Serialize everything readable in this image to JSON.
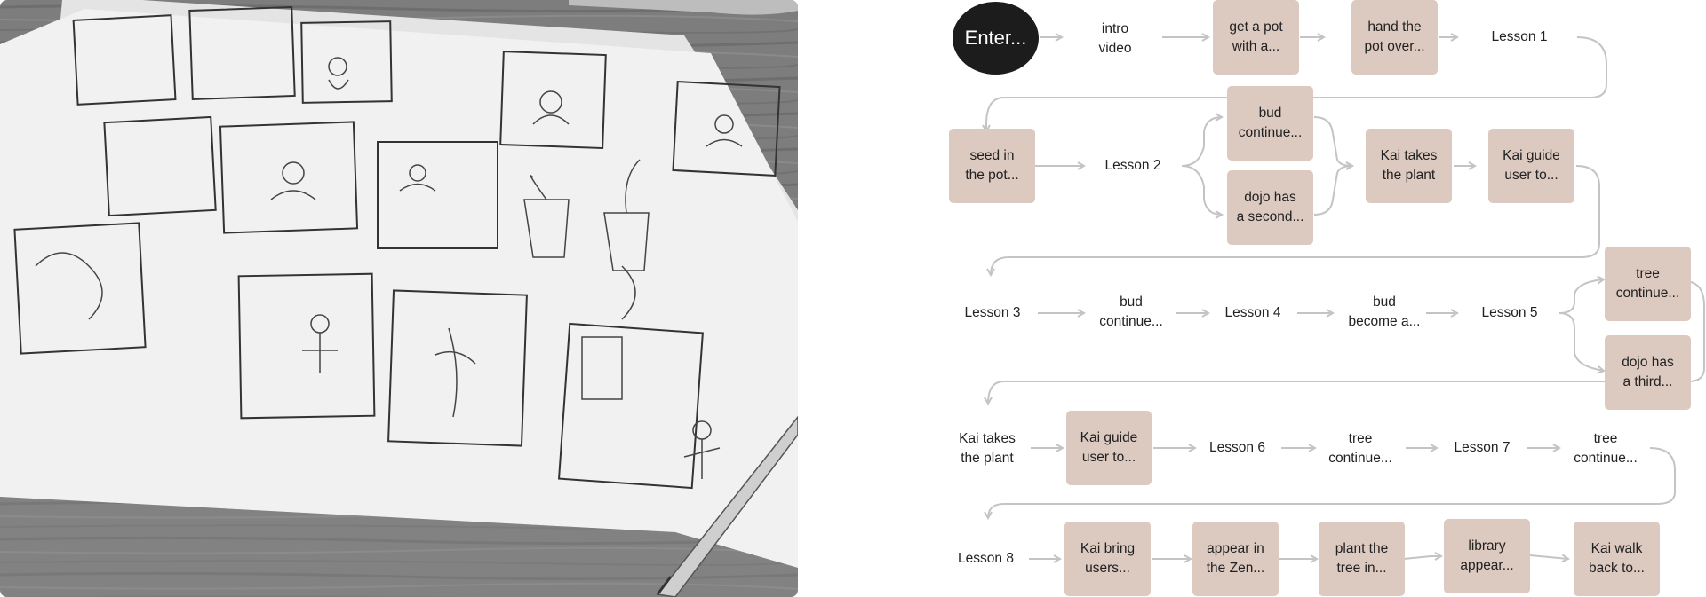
{
  "photo": {
    "description": "storyboard-sketches"
  },
  "flowchart": {
    "start": "Enter...",
    "nodes": {
      "intro_video": "intro\nvideo",
      "get_pot": "get a pot\nwith a...",
      "hand_pot": "hand the\npot over...",
      "lesson1": "Lesson 1",
      "seed_pot": "seed in\nthe pot...",
      "lesson2": "Lesson 2",
      "bud_continue1": "bud\ncontinue...",
      "dojo_second": "dojo has\na second...",
      "kai_takes1": "Kai takes\nthe plant",
      "kai_guide1": "Kai guide\nuser to...",
      "lesson3": "Lesson 3",
      "bud_continue2": "bud\ncontinue...",
      "lesson4": "Lesson 4",
      "bud_become": "bud\nbecome a...",
      "lesson5": "Lesson 5",
      "tree_continue1": "tree\ncontinue...",
      "dojo_third": "dojo has\na third...",
      "kai_takes2": "Kai takes\nthe plant",
      "kai_guide2": "Kai guide\nuser to...",
      "lesson6": "Lesson 6",
      "tree_continue2": "tree\ncontinue...",
      "lesson7": "Lesson 7",
      "tree_continue3": "tree\ncontinue...",
      "lesson8": "Lesson 8",
      "kai_bring": "Kai bring\nusers...",
      "appear_zen": "appear in\nthe Zen...",
      "plant_tree": "plant the\ntree in...",
      "library_appear": "library\nappear...",
      "kai_walk": "Kai walk\nback to..."
    }
  },
  "colors": {
    "box": "#dcc9c0",
    "start": "#1c1c1c",
    "connector": "#c4c4c4",
    "text": "#222222"
  }
}
